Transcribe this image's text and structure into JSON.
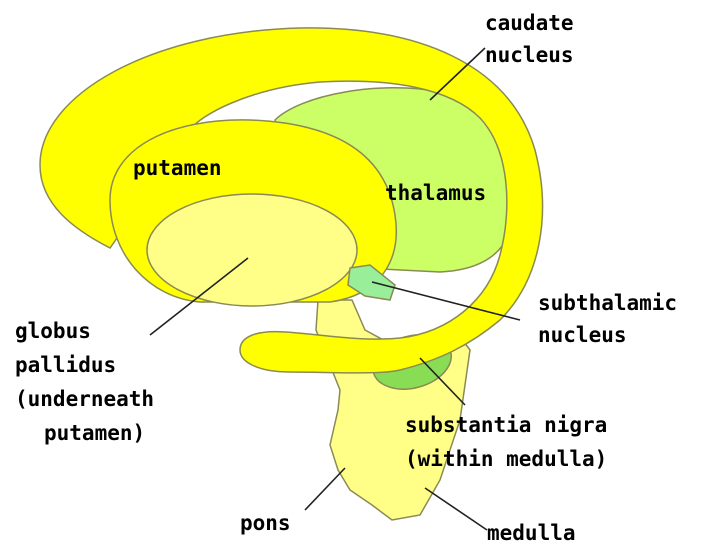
{
  "colors": {
    "caudate": "#ffff00",
    "putamen": "#ffff00",
    "thalamus": "#ccff66",
    "globus_pallidus": "#ffff88",
    "brainstem": "#ffff88",
    "subthalamic": "#99ee99",
    "nigra": "#88dd55",
    "outline": "#8a8a55"
  },
  "labels": {
    "caudate": [
      "caudate",
      "nucleus"
    ],
    "putamen": "putamen",
    "thalamus": "thalamus",
    "subthalamic": [
      "subthalamic",
      "nucleus"
    ],
    "globus": [
      "globus",
      "pallidus",
      "(underneath",
      "putamen)"
    ],
    "nigra": [
      "substantia nigra",
      "(within medulla)"
    ],
    "pons": "pons",
    "medulla": "medulla"
  }
}
